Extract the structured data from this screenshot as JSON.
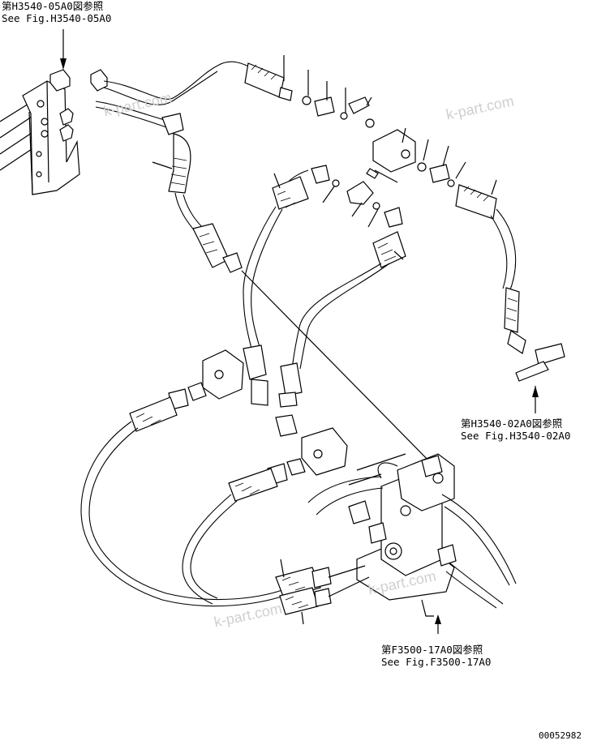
{
  "refs": {
    "top_left_jp": "第H3540-05A0図参照",
    "top_left_en": "See Fig.H3540-05A0",
    "right_jp": "第H3540-02A0図参照",
    "right_en": "See Fig.H3540-02A0",
    "bottom_jp": "第F3500-17A0図参照",
    "bottom_en": "See Fig.F3500-17A0"
  },
  "watermark": "k-part.com",
  "drawing_number": "00052982"
}
